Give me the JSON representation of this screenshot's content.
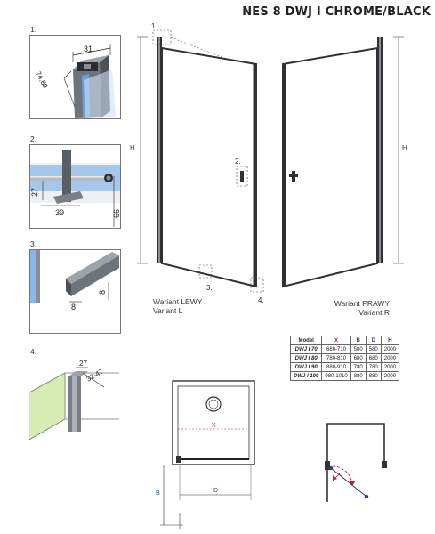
{
  "title": "NES 8 DWJ I CHROME/BLACK",
  "details": [
    {
      "num": "1.",
      "dims": [
        "31",
        "74,89"
      ]
    },
    {
      "num": "2.",
      "dims": [
        "27",
        "39",
        "66"
      ]
    },
    {
      "num": "3.",
      "dims": [
        "8",
        "8"
      ]
    },
    {
      "num": "4.",
      "dims": [
        "27",
        "32-47"
      ]
    }
  ],
  "main": {
    "h_label": "H",
    "callouts": [
      "1.",
      "2.",
      "3.",
      "4."
    ],
    "variant_left": {
      "line1": "Wariant LEWY",
      "line2": "Variant L"
    },
    "variant_right": {
      "line1": "Wariant PRAWY",
      "line2": "Variant R"
    }
  },
  "plan": {
    "x_label": "X",
    "b_label": "B",
    "d_label": "D"
  },
  "table": {
    "headers": [
      "Model",
      "X",
      "B",
      "D",
      "H"
    ],
    "rows": [
      [
        "DWJ I 70",
        "680-710",
        "580",
        "580",
        "2000"
      ],
      [
        "DWJ I 80",
        "780-810",
        "680",
        "680",
        "2000"
      ],
      [
        "DWJ I 90",
        "880-910",
        "780",
        "780",
        "2000"
      ],
      [
        "DWJ I 100",
        "980-1010",
        "880",
        "880",
        "2000"
      ]
    ]
  }
}
